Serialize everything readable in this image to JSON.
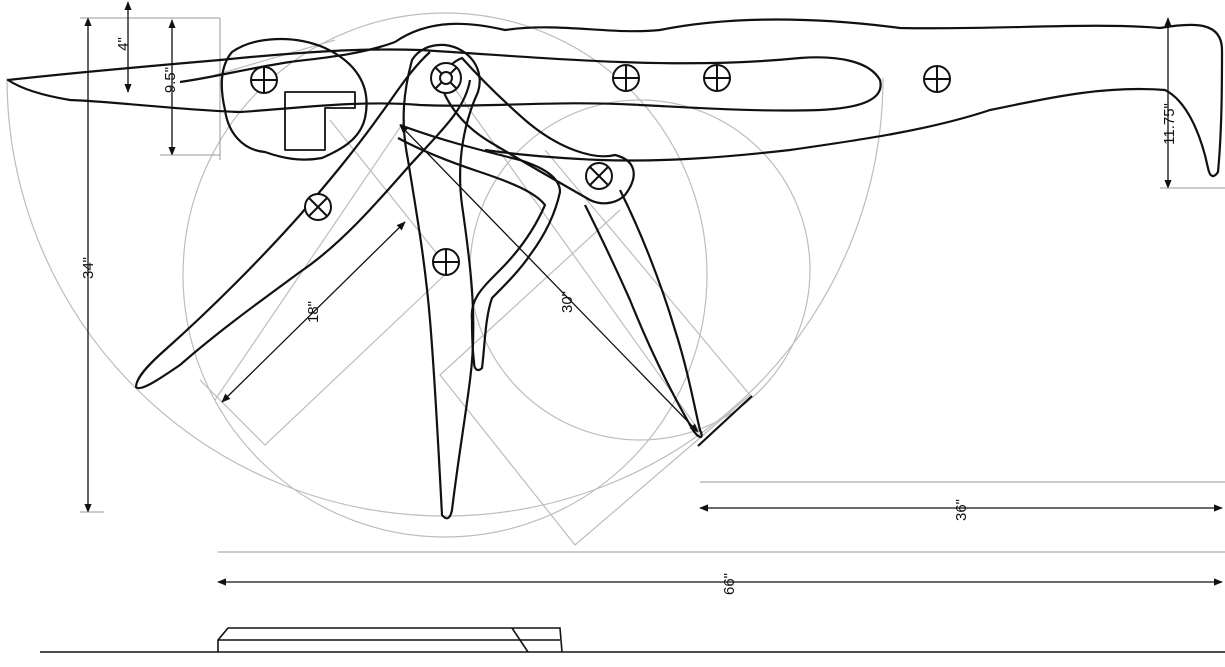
{
  "diagram": {
    "dimensions": {
      "d4": "4\"",
      "d9_5": "9.5\"",
      "d34": "34\"",
      "d18": "18\"",
      "d30": "30\"",
      "d11_75": "11.75\"",
      "d36": "36\"",
      "d66": "66\""
    },
    "icons": [
      "pivot-marker-icon",
      "bolt-marker-icon"
    ],
    "colors": {
      "ink": "#111111",
      "guide": "#bdbdbd"
    }
  }
}
